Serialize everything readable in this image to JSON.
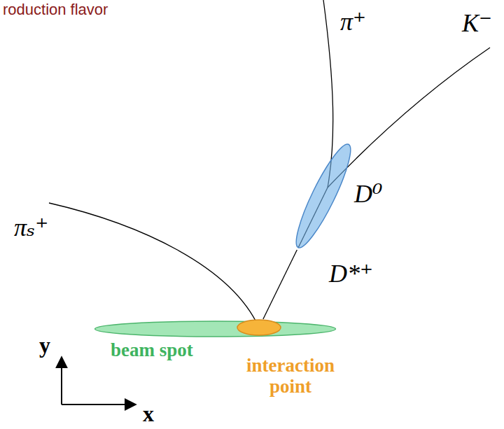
{
  "diagram": {
    "title": "roduction flavor",
    "nodes": [
      {
        "text": [
          "beam spot"
        ]
      },
      {
        "text": [
          "interaction point"
        ],
        "in": 0
      },
      {
        "text": [
          "D⁰"
        ]
      }
    ],
    "edges": [
      {
        "from": 1,
        "to": 2,
        "arrow": "none",
        "label": "D*⁺"
      }
    ],
    "labels": [
      "π⁺",
      "K⁻",
      "πₛ⁺",
      "y",
      "x"
    ]
  }
}
